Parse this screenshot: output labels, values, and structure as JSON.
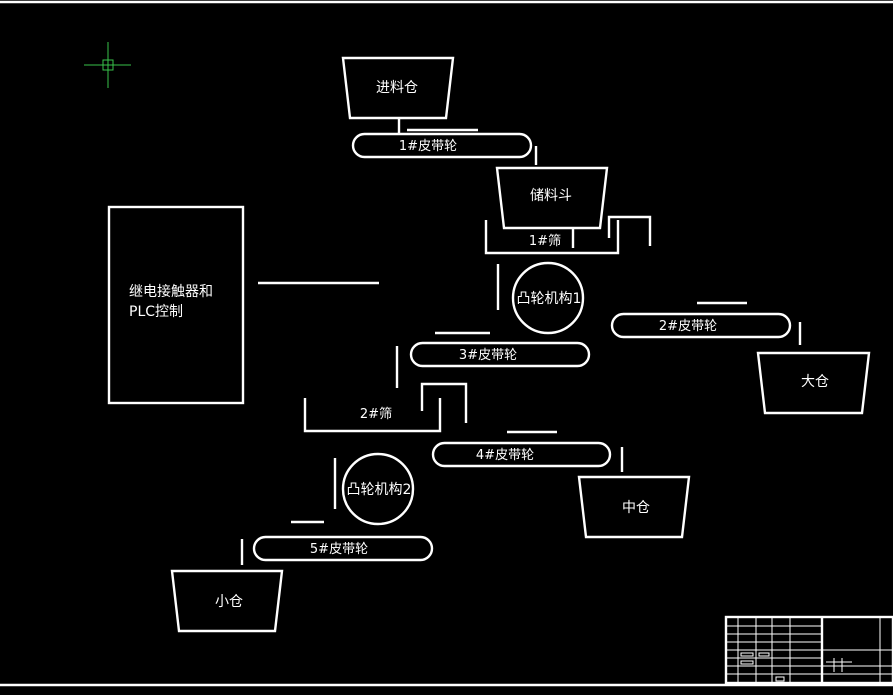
{
  "colors": {
    "background": "#000000",
    "line": "#ffffff",
    "crosshair": "#38c24a"
  },
  "bins": {
    "feed_bin": "进料仓",
    "storage_hopper": "储料斗",
    "large_bin": "大仓",
    "medium_bin": "中仓",
    "small_bin": "小仓"
  },
  "conveyors": {
    "belt_1": "1#皮带轮",
    "belt_2": "2#皮带轮",
    "belt_3": "3#皮带轮",
    "belt_4": "4#皮带轮",
    "belt_5": "5#皮带轮"
  },
  "screens": {
    "screen_1": "1#筛",
    "screen_2": "2#筛"
  },
  "cams": {
    "cam_1": "凸轮机构1",
    "cam_2": "凸轮机构2"
  },
  "controller": {
    "line1": "继电接触器和",
    "line2": "PLC控制"
  },
  "icons": {
    "cursor": "crosshair-cursor-icon",
    "title_block": "title-block-table"
  }
}
